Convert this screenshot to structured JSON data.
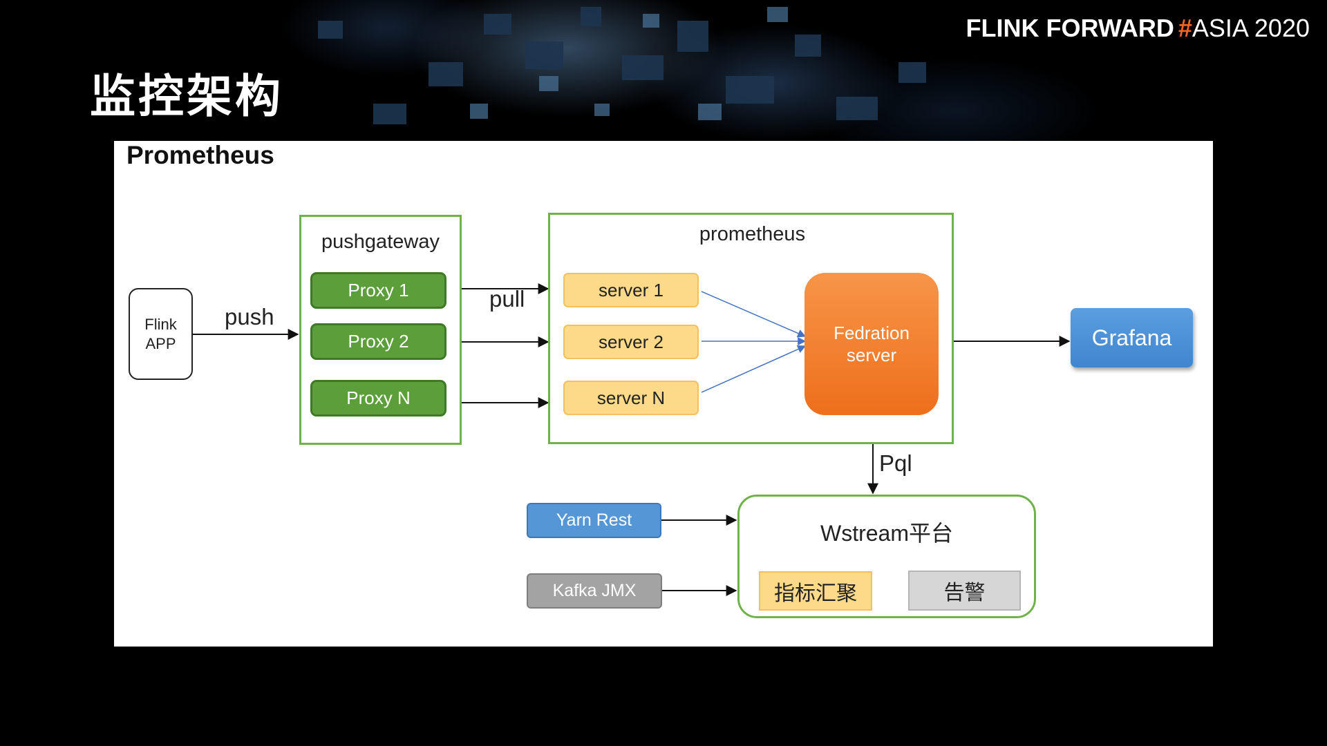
{
  "slide": {
    "title": "监控架构",
    "brand": {
      "flink_forward": "FLINK FORWARD",
      "hash": "#",
      "asia": "ASIA 2020"
    }
  },
  "diagram": {
    "title": "Prometheus",
    "flink_app": {
      "line1": "Flink",
      "line2": "APP"
    },
    "pushgateway": {
      "label": "pushgateway",
      "proxies": [
        "Proxy 1",
        "Proxy 2",
        "Proxy N"
      ]
    },
    "prometheus": {
      "label": "prometheus",
      "servers": [
        "server 1",
        "server 2",
        "server N"
      ]
    },
    "federation": {
      "line1": "Fedration",
      "line2": "server"
    },
    "grafana": "Grafana",
    "edge_labels": {
      "push": "push",
      "pull": "pull",
      "pql": "Pql"
    },
    "sources": {
      "yarn": "Yarn Rest",
      "kafka": "Kafka JMX"
    },
    "wstream": {
      "label": "Wstream平台",
      "aggregation": "指标汇聚",
      "alert": "告警"
    },
    "colors": {
      "group_border": "#6fb24a",
      "proxy": "#5b9e3a",
      "server": "#fdd98a",
      "federation": "#ee6f1c",
      "grafana": "#4a90d9",
      "yarn": "#5597d6",
      "kafka": "#a3a3a3",
      "alert": "#d6d6d6",
      "brand_hash": "#f26522"
    }
  }
}
